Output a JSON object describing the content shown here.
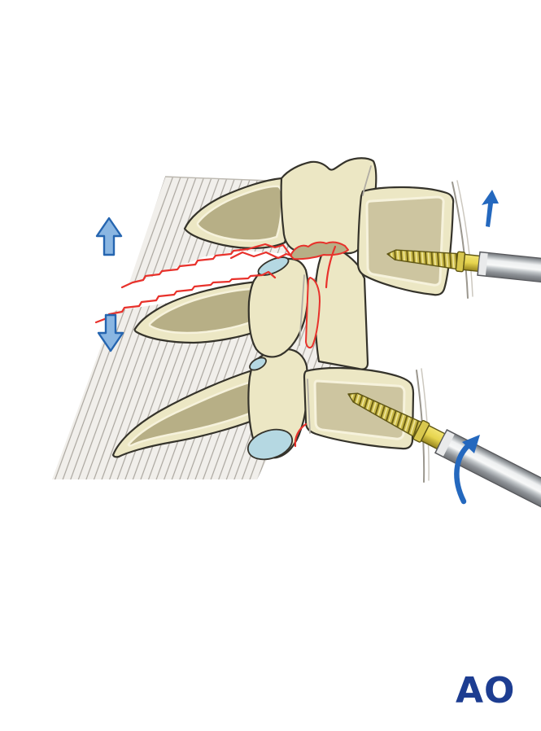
{
  "figure": {
    "type": "medical-illustration",
    "subject": "lateral view of three cervical vertebrae with a distraction-extension fracture; screws with handles inserted in two vertebral bodies for reduction",
    "logo": {
      "text": "AO"
    },
    "arrows": {
      "upper_left": {
        "direction": "up",
        "style": "outlined"
      },
      "lower_left": {
        "direction": "down",
        "style": "outlined"
      },
      "upper_right": {
        "direction": "up",
        "style": "solid"
      },
      "lower_right": {
        "direction": "curved-rotation-up",
        "style": "solid"
      }
    },
    "icons": [
      "up-arrow-icon",
      "down-arrow-icon",
      "curved-arrow-icon",
      "ao-logo"
    ],
    "colors": {
      "page_bg": "#ffffff",
      "bone_fill": "#ece7c4",
      "bone_shadow": "#cdc5a0",
      "bone_dark": "#b7af86",
      "bone_outline": "#35332b",
      "bone_highlight": "#f6f2dc",
      "muscle_bg": "#f1efeb",
      "muscle_line": "#aaa69e",
      "fracture_red": "#e8312b",
      "facet_blue": "#b5d8e2",
      "screw_gold": "#cdbc4a",
      "screw_gold_dark": "#6e6216",
      "screw_gold_bright": "#f2e472",
      "shaft_light": "#f7f8f8",
      "shaft_dark": "#6f7276",
      "arrow_solid": "#2468be",
      "arrow_fill": "#8ab6e2",
      "arrow_stroke": "#2565b0",
      "ligament_gray": "#9b978e",
      "logo_blue": "#1d3d91"
    }
  }
}
